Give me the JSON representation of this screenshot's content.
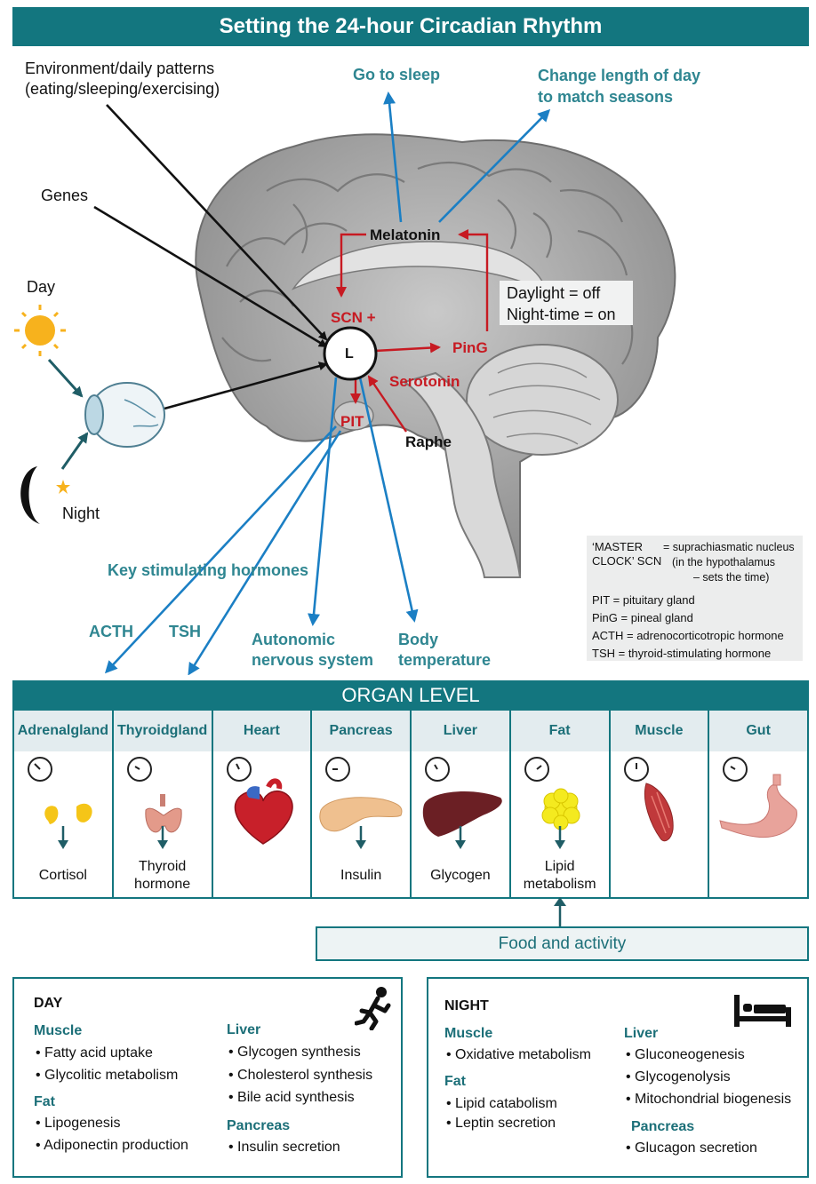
{
  "title": "Setting the 24-hour Circadian Rhythm",
  "inputs": {
    "environment": [
      "Environment/daily patterns",
      "(eating/sleeping/exercising)"
    ],
    "genes": "Genes",
    "day": "Day",
    "night": "Night"
  },
  "outputs": {
    "go_to_sleep": "Go to sleep",
    "season": [
      "Change length of day",
      "to match seasons"
    ],
    "key_hormones": "Key stimulating hormones",
    "acth": "ACTH",
    "tsh": "TSH",
    "ans": [
      "Autonomic",
      "nervous system"
    ],
    "body_temp": [
      "Body",
      "temperature"
    ]
  },
  "brain": {
    "melatonin": "Melatonin",
    "scn": "SCN +",
    "clock": "L",
    "ping": "PinG",
    "serotonin": "Serotonin",
    "pit": "PIT",
    "raphe": "Raphe"
  },
  "light_box": [
    "Daylight = off",
    "Night-time = on"
  ],
  "legend": {
    "master": [
      "‘MASTER",
      "CLOCK’ SCN"
    ],
    "master_def": [
      "= suprachiasmatic nucleus",
      "(in the hypothalamus",
      "– sets the time)"
    ],
    "rows": [
      "PIT = pituitary gland",
      "PinG = pineal gland",
      "ACTH = adrenocorticotropic hormone",
      "TSH = thyroid-stimulating hormone"
    ]
  },
  "organ_level": {
    "header": "ORGAN LEVEL",
    "organs": [
      {
        "name": "Adrenal gland",
        "output": "Cortisol",
        "icon": "adrenal-gland-icon",
        "color": "#f5c518"
      },
      {
        "name": "Thyroid gland",
        "output": "Thyroid hormone",
        "icon": "thyroid-icon",
        "color": "#e39a8a"
      },
      {
        "name": "Heart",
        "output": "",
        "icon": "heart-icon",
        "color": "#c8202a"
      },
      {
        "name": "Pancreas",
        "output": "Insulin",
        "icon": "pancreas-icon",
        "color": "#efc08f"
      },
      {
        "name": "Liver",
        "output": "Glycogen",
        "icon": "liver-icon",
        "color": "#6b1f24"
      },
      {
        "name": "Fat",
        "output": "Lipid metabolism",
        "icon": "fat-icon",
        "color": "#f4ea1f"
      },
      {
        "name": "Muscle",
        "output": "",
        "icon": "muscle-icon",
        "color": "#c0393b"
      },
      {
        "name": "Gut",
        "output": "",
        "icon": "stomach-icon",
        "color": "#e8a39b"
      }
    ]
  },
  "food_activity": "Food and activity",
  "day_panel": {
    "title": "DAY",
    "icon": "running-person-icon",
    "muscle": {
      "title": "Muscle",
      "items": [
        "Fatty acid uptake",
        "Glycolitic metabolism"
      ]
    },
    "fat": {
      "title": "Fat",
      "items": [
        "Lipogenesis",
        "Adiponectin production"
      ]
    },
    "liver": {
      "title": "Liver",
      "items": [
        "Glycogen synthesis",
        "Cholesterol synthesis",
        "Bile acid synthesis"
      ]
    },
    "pancreas": {
      "title": "Pancreas",
      "items": [
        "Insulin secretion"
      ]
    }
  },
  "night_panel": {
    "title": "NIGHT",
    "icon": "bed-icon",
    "muscle": {
      "title": "Muscle",
      "items": [
        "Oxidative metabolism"
      ]
    },
    "fat": {
      "title": "Fat",
      "items": [
        "Lipid catabolism",
        "Leptin secretion"
      ]
    },
    "liver": {
      "title": "Liver",
      "items": [
        "Gluconeogenesis",
        "Glycogenolysis",
        "Mitochondrial biogenesis"
      ]
    },
    "pancreas": {
      "title": "Pancreas",
      "items": [
        "Glucagon secretion"
      ]
    }
  },
  "colors": {
    "teal": "#13767f",
    "teal_text": "#2f8691",
    "arrow_blue": "#1b7fc4",
    "red": "#c71a22"
  }
}
